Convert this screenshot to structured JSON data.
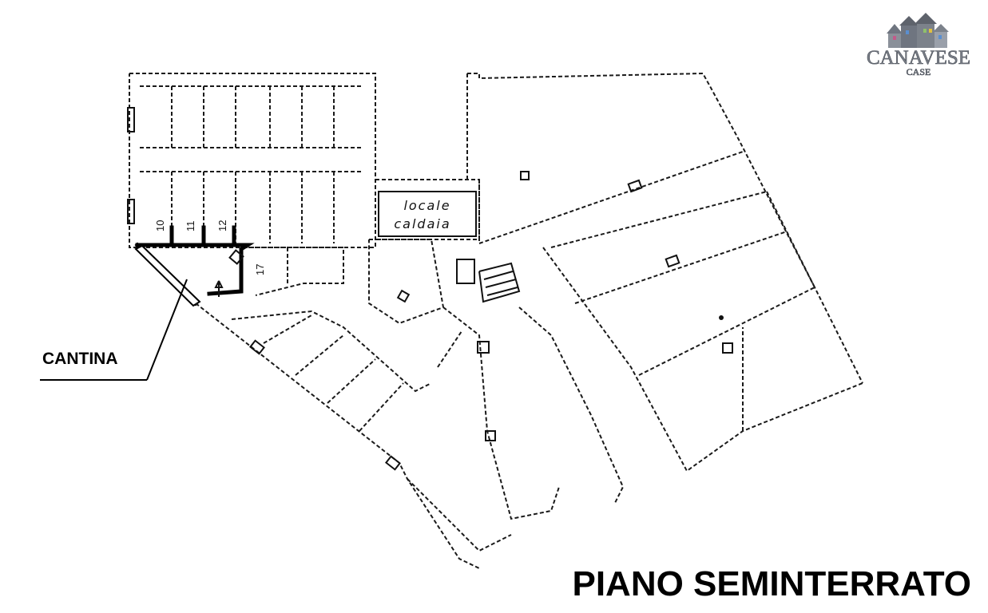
{
  "logo": {
    "brand": "CANAVESE",
    "sub": "CASE",
    "colors": [
      "#6f7580",
      "#9aa0aa",
      "#c25b8a",
      "#5a8fd0",
      "#8fc06a"
    ]
  },
  "plan": {
    "title": "PIANO SEMINTERRATO",
    "boiler_room": {
      "line1": "locale",
      "line2": "caldaia"
    },
    "cellar_numbers": [
      "10",
      "11",
      "12",
      "17"
    ],
    "callout": "CANTINA"
  }
}
